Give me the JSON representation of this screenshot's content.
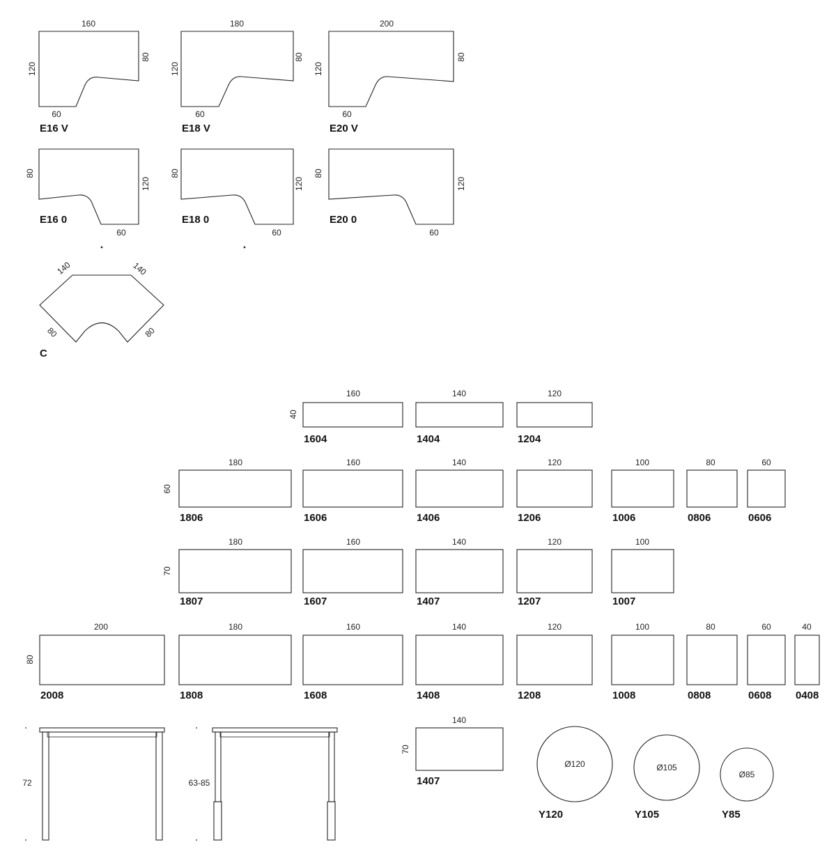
{
  "corner_desks_right": [
    {
      "code": "E16 V",
      "width": "160",
      "depth": "120",
      "side": "80",
      "cutout": "60"
    },
    {
      "code": "E18  V",
      "width": "180",
      "depth": "120",
      "side": "80",
      "cutout": "60"
    },
    {
      "code": "E20 V",
      "width": "200",
      "depth": "120",
      "side": "80",
      "cutout": "60"
    }
  ],
  "corner_desks_left": [
    {
      "code": "E16 0",
      "depth": "80",
      "side": "120",
      "cutout": "60"
    },
    {
      "code": "E18  0",
      "depth": "80",
      "side": "120",
      "cutout": "60"
    },
    {
      "code": "E20 0",
      "depth": "80",
      "side": "120",
      "cutout": "60"
    }
  ],
  "connector": {
    "code": "C",
    "top_left": "140",
    "top_right": "140",
    "bottom_left": "80",
    "bottom_right": "80"
  },
  "row_40": {
    "depth": "40",
    "items": [
      {
        "width": "160",
        "code": "1604"
      },
      {
        "width": "140",
        "code": "1404"
      },
      {
        "width": "120",
        "code": "1204"
      }
    ]
  },
  "row_60": {
    "depth": "60",
    "items": [
      {
        "width": "180",
        "code": "1806"
      },
      {
        "width": "160",
        "code": "1606"
      },
      {
        "width": "140",
        "code": "1406"
      },
      {
        "width": "120",
        "code": "1206"
      },
      {
        "width": "100",
        "code": "1006"
      },
      {
        "width": "80",
        "code": "0806"
      },
      {
        "width": "60",
        "code": "0606"
      }
    ]
  },
  "row_70": {
    "depth": "70",
    "items": [
      {
        "width": "180",
        "code": "1807"
      },
      {
        "width": "160",
        "code": "1607"
      },
      {
        "width": "140",
        "code": "1407"
      },
      {
        "width": "120",
        "code": "1207"
      },
      {
        "width": "100",
        "code": "1007"
      }
    ]
  },
  "row_80": {
    "depth": "80",
    "items": [
      {
        "width": "200",
        "code": "2008"
      },
      {
        "width": "180",
        "code": "1808"
      },
      {
        "width": "160",
        "code": "1608"
      },
      {
        "width": "140",
        "code": "1408"
      },
      {
        "width": "120",
        "code": "1208"
      },
      {
        "width": "100",
        "code": "1008"
      },
      {
        "width": "80",
        "code": "0808"
      },
      {
        "width": "60",
        "code": "0608"
      },
      {
        "width": "40",
        "code": "0408"
      }
    ]
  },
  "legs": {
    "fixed_height": "72",
    "adjustable_height": "63-85"
  },
  "extra_desk": {
    "width": "140",
    "depth": "70",
    "code": "1407"
  },
  "round_tables": [
    {
      "diameter": "Ø120",
      "code": "Y120"
    },
    {
      "diameter": "Ø105",
      "code": "Y105"
    },
    {
      "diameter": "Ø85",
      "code": "Y85"
    }
  ]
}
